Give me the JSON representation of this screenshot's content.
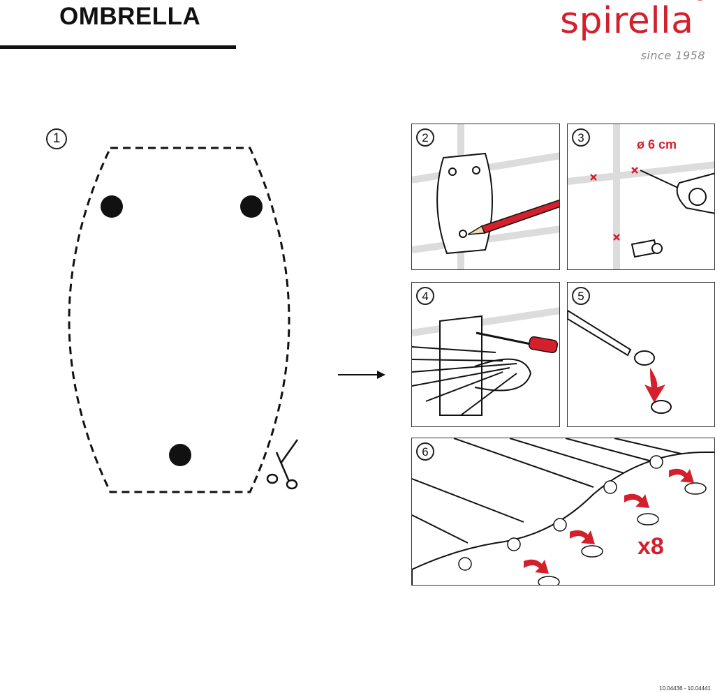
{
  "header": {
    "title": "OMBRELLA"
  },
  "brand": {
    "name": "spirella",
    "registered": "®",
    "tagline": "since 1958"
  },
  "template": {
    "step_number": "1",
    "hole_count": 3,
    "icon": "scissors-icon"
  },
  "steps": [
    {
      "number": "2"
    },
    {
      "number": "3",
      "label": "ø 6 cm"
    },
    {
      "number": "4"
    },
    {
      "number": "5"
    },
    {
      "number": "6",
      "label": "x8"
    }
  ],
  "footer": {
    "product_codes": "10.04436 - 10.04441"
  },
  "colors": {
    "accent": "#d3202c",
    "ink": "#111111",
    "tile_grout": "#dcdcdc"
  }
}
